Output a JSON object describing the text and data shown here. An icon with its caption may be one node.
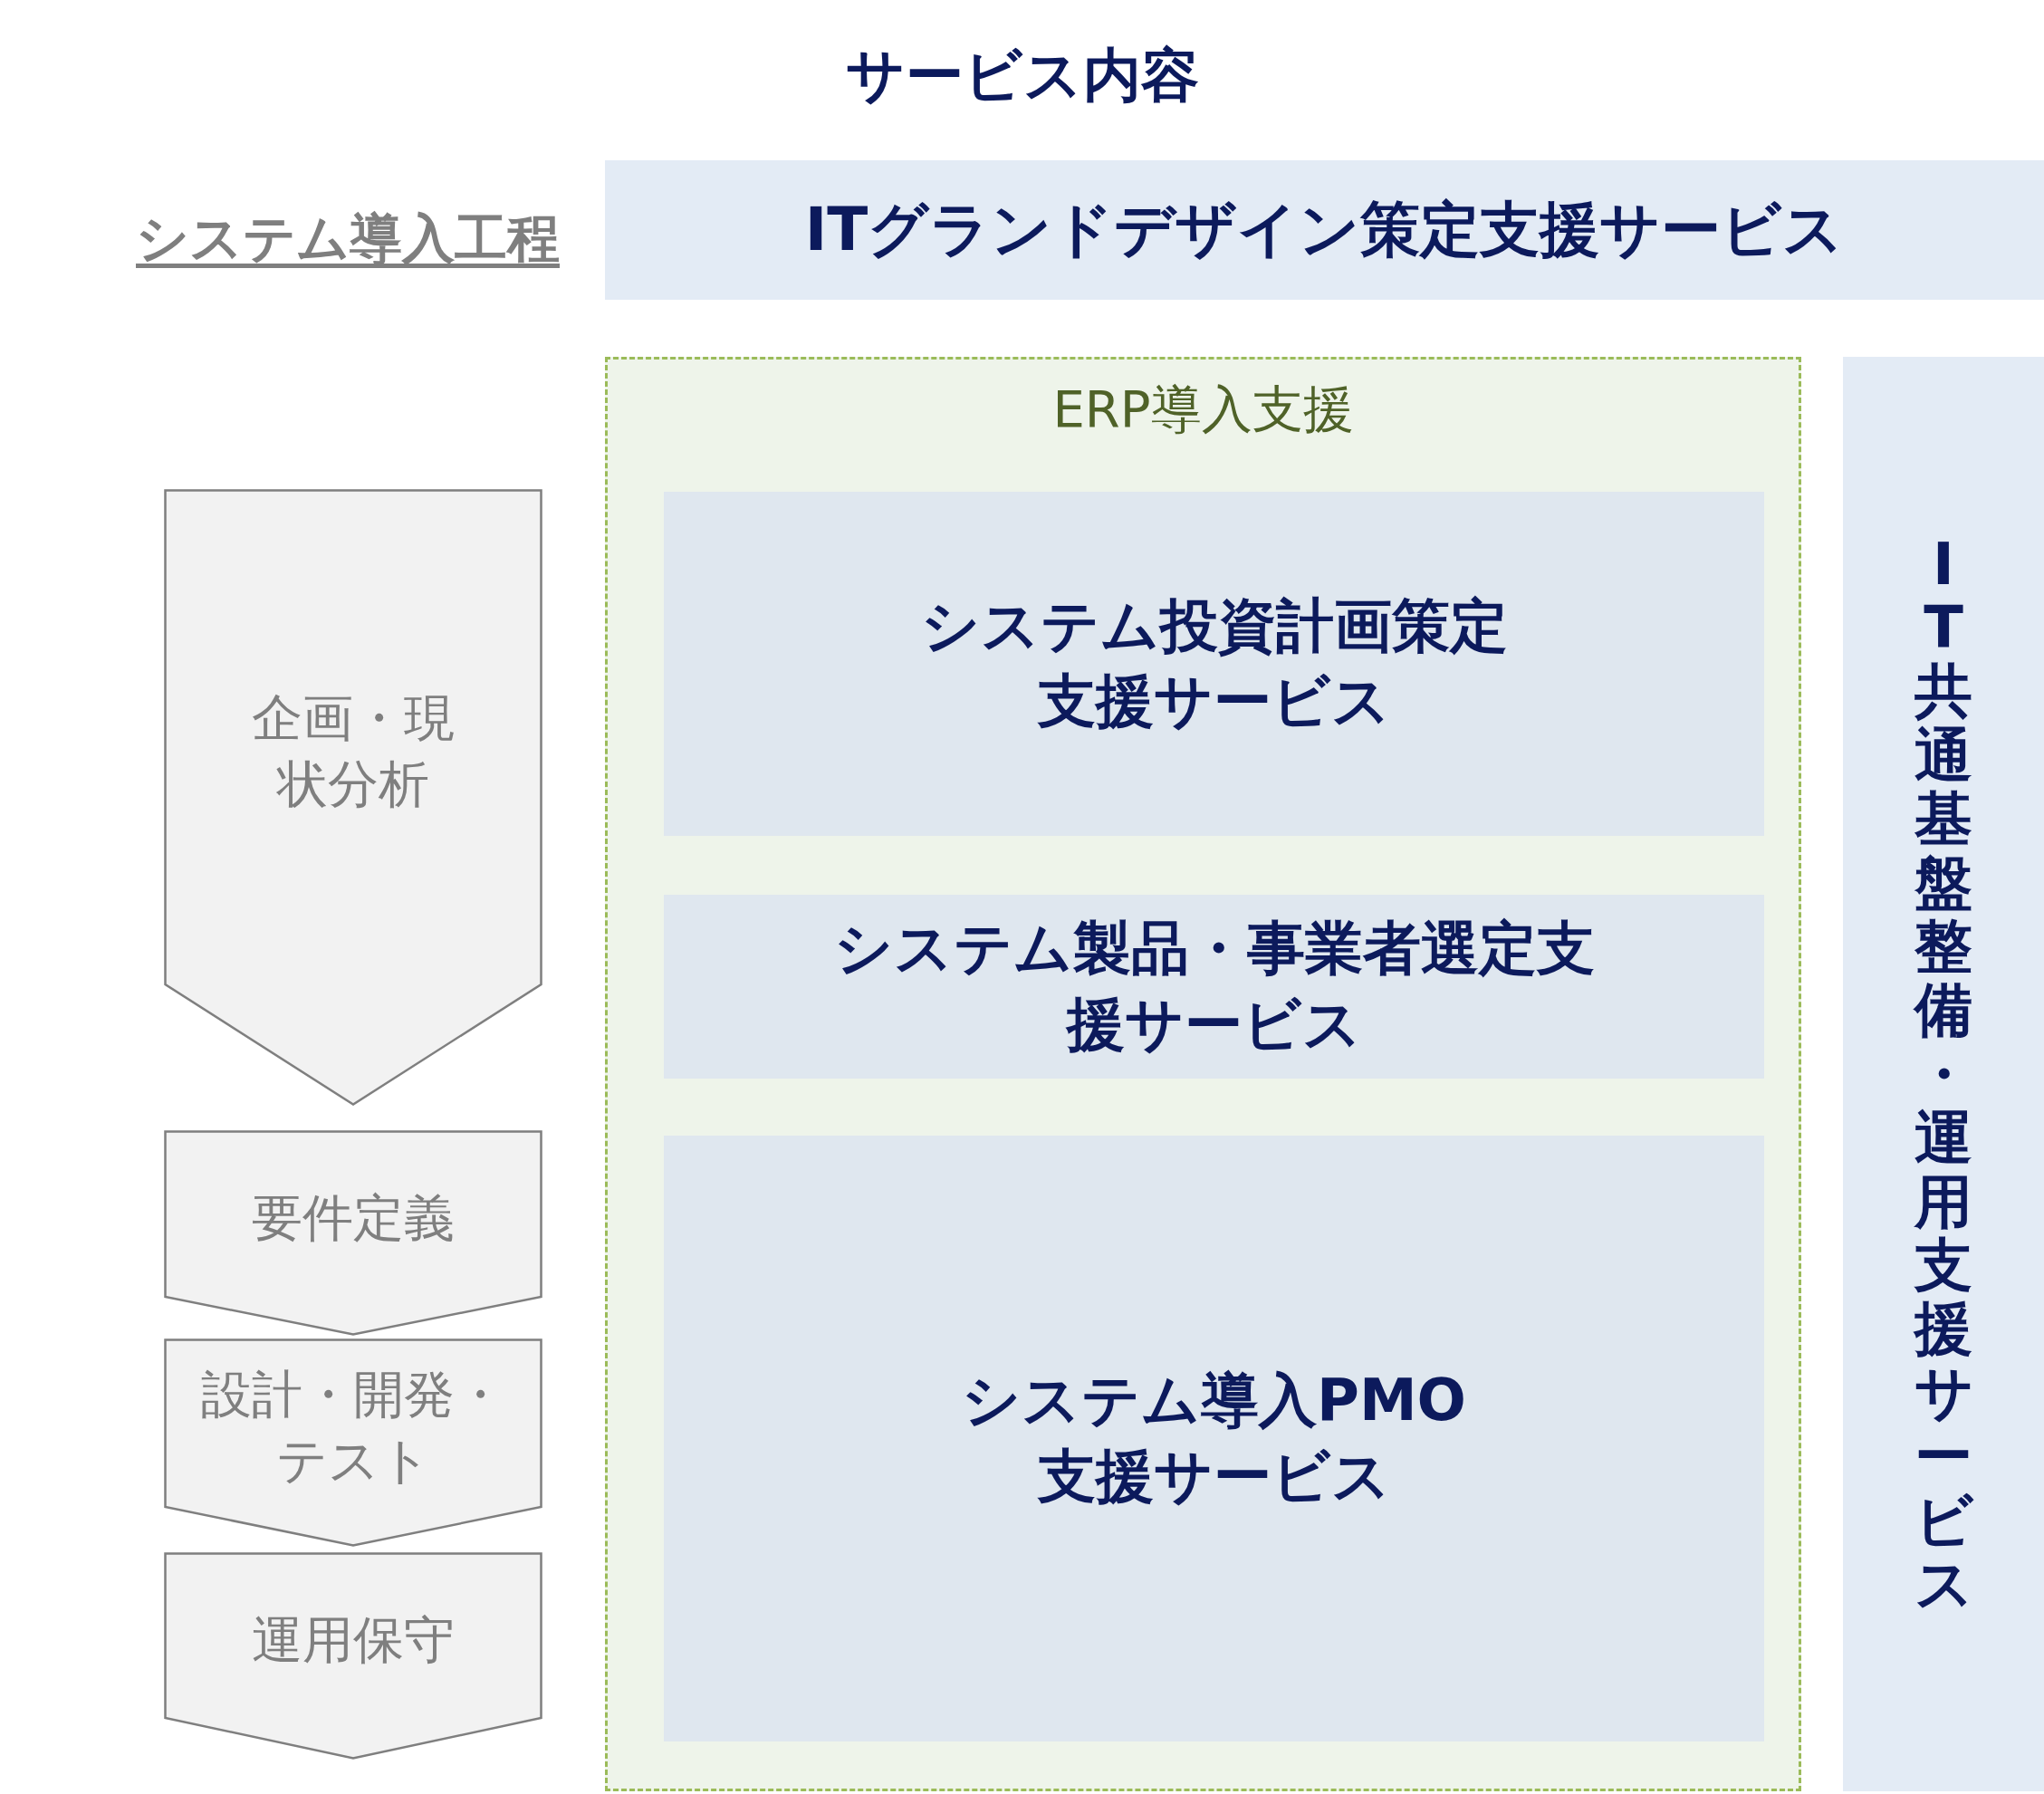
{
  "diagram": {
    "title": "サービス内容",
    "nodes": [
      {
        "text": [
          "ITグランドデザイン策定支援サービス"
        ]
      },
      {
        "text": [
          "ERP導入支援"
        ]
      },
      {
        "text": [
          "システム投資計画策定支援サービス"
        ],
        "in": 1
      },
      {
        "text": [
          "システム製品・事業者選定支援サービス"
        ],
        "in": 1
      },
      {
        "text": [
          "システム導入PMO支援サービス"
        ],
        "in": 1
      },
      {
        "text": [
          "IT共通基盤整備・運用支援サービス"
        ]
      },
      {
        "text": [
          "企画・現状分析"
        ]
      },
      {
        "text": [
          "要件定義"
        ]
      },
      {
        "text": [
          "設計・開発・テスト"
        ]
      },
      {
        "text": [
          "運用保守"
        ]
      }
    ],
    "edges": [],
    "labels": [
      "システム導入工程"
    ]
  }
}
